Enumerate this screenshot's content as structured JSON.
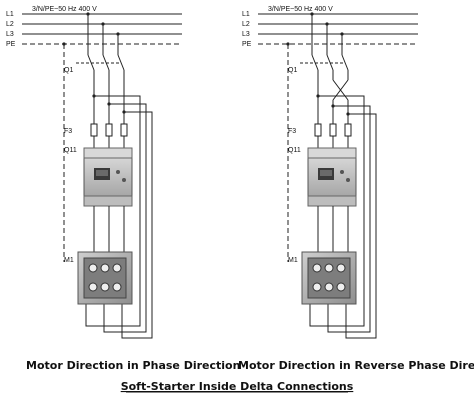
{
  "supply_label": "3/N/PE~50 Hz 400 V",
  "bus_labels": [
    "L1",
    "L2",
    "L3",
    "PE"
  ],
  "component_labels": {
    "switch": "Q1",
    "fuses": "F3",
    "softstarter": "Q11",
    "motor": "M1"
  },
  "captions": {
    "left": "Motor Direction in Phase Direction",
    "right": "Motor Direction in Reverse Phase Direction"
  },
  "title": "Soft-Starter Inside Delta Connections"
}
